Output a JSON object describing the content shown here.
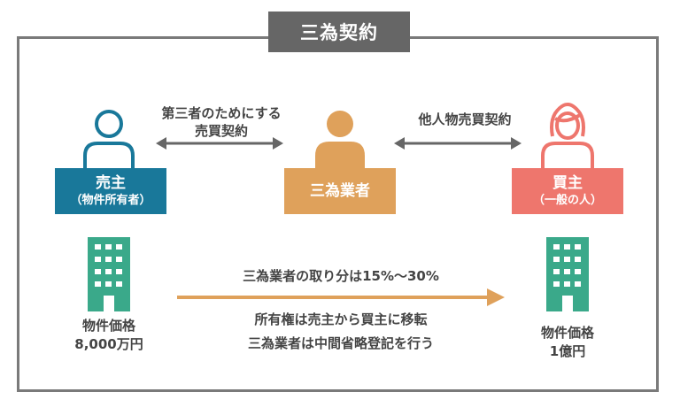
{
  "title": "三為契約",
  "seller": {
    "label": "売主",
    "sub": "（物件所有者）",
    "price_label": "物件価格",
    "price": "8,000万円"
  },
  "agent": {
    "label": "三為業者"
  },
  "buyer": {
    "label": "買主",
    "sub": "（一般の人）",
    "price_label": "物件価格",
    "price": "1億円"
  },
  "contracts": {
    "left_line1": "第三者のためにする",
    "left_line2": "売買契約",
    "right": "他人物売買契約"
  },
  "flow": {
    "top": "三為業者の取り分は15%〜30%",
    "bottom1": "所有権は売主から買主に移転",
    "bottom2": "三為業者は中間省略登記を行う"
  },
  "colors": {
    "seller": "#19789a",
    "agent": "#dfa15b",
    "buyer": "#ee766d",
    "building": "#3aa98a",
    "arrow": "#666666",
    "flow_arrow": "#dfa15b",
    "frame": "#7a7a7a",
    "title_bg": "#666666"
  },
  "icons": {
    "seller": "person-outline-icon",
    "agent": "person-solid-icon",
    "buyer": "woman-outline-icon",
    "building": "building-icon"
  }
}
